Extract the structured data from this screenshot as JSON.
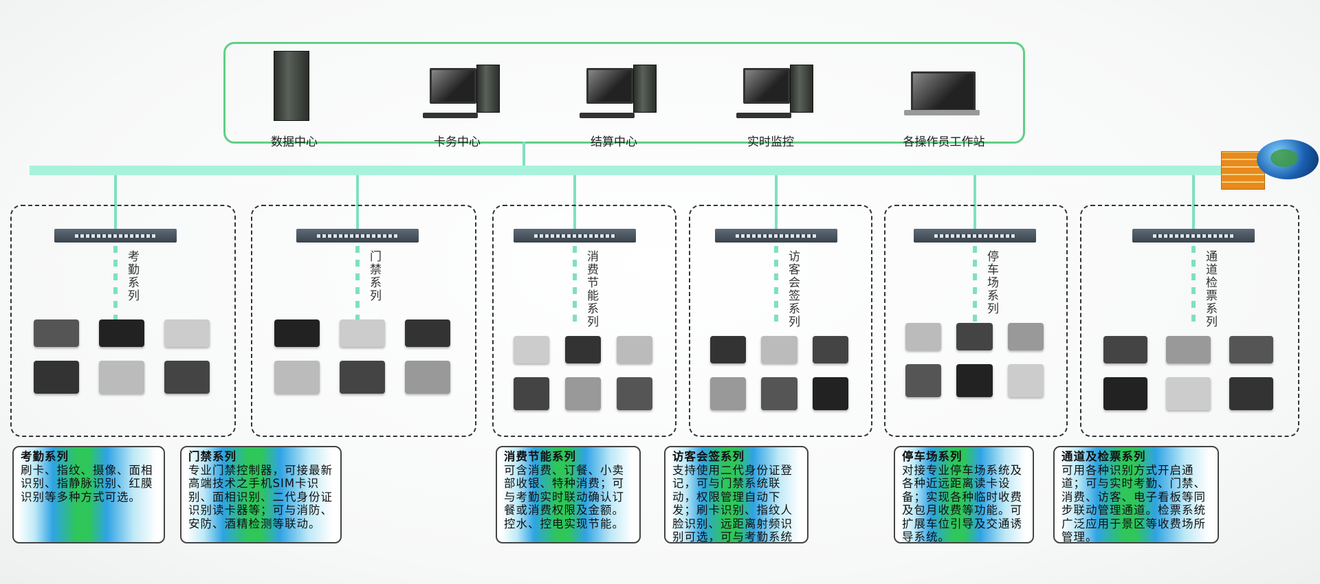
{
  "center": {
    "stations": [
      {
        "label": "数据中心",
        "icon": "server-rack-icon"
      },
      {
        "label": "卡务中心",
        "icon": "desktop-computer-icon"
      },
      {
        "label": "结算中心",
        "icon": "desktop-computer-icon"
      },
      {
        "label": "实时监控",
        "icon": "desktop-computer-icon"
      },
      {
        "label": "各操作员工作站",
        "icon": "laptop-icon"
      }
    ]
  },
  "network": {
    "bus_color": "#a8f2dc",
    "frame_color": "#5fcf85",
    "firewall_icon": "firewall-icon",
    "internet_icon": "globe-icon"
  },
  "subsystems": [
    {
      "vertical_label": "考勤系列",
      "title": "考勤系列",
      "description": "刷卡、指纹、摄像、面相识别、指静脉识别、红膜识别等多种方式可选。"
    },
    {
      "vertical_label": "门禁系列",
      "title": "门禁系列",
      "description": "专业门禁控制器，可接最新高端技术之手机SIM卡识别、面相识别、二代身份证识别读卡器等；可与消防、安防、酒精检测等联动。"
    },
    {
      "vertical_label": "消费节能系列",
      "title": "消费节能系列",
      "description": "可含消费、订餐、小卖部收银、特种消费；可与考勤实时联动确认订餐或消费权限及金额。控水、控电实现节能。"
    },
    {
      "vertical_label": "访客会签系列",
      "title": "访客会签系列",
      "description": "支持使用二代身份证登记，可与门禁系统联动，权限管理自动下发；刷卡识别、指纹人脸识别、远距离射频识别可选，可与考勤系统联动。"
    },
    {
      "vertical_label": "停车场系列",
      "title": "停车场系列",
      "description": "对接专业停车场系统及各种近远距离读卡设备；实现各种临时收费及包月收费等功能。可扩展车位引导及交通诱导系统。"
    },
    {
      "vertical_label": "通道检票系列",
      "title": "通道及检票系列",
      "description": "可用各种识别方式开启通道；可与实时考勤、门禁、消费、访客、电子看板等同步联动管理通道。检票系统广泛应用于景区等收费场所管理。"
    }
  ]
}
